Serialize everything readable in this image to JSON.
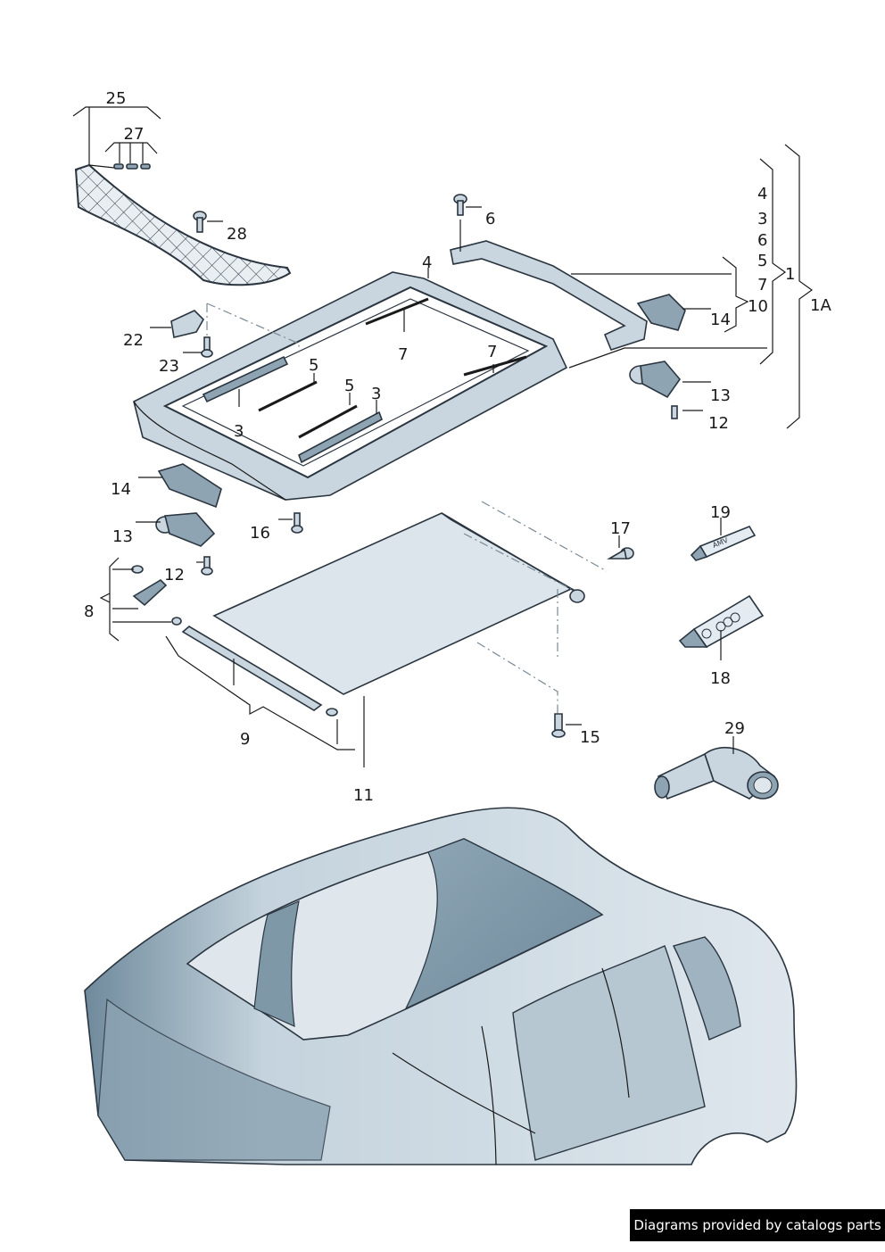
{
  "callouts": [
    {
      "id": "c-25",
      "text": "25"
    },
    {
      "id": "c-27",
      "text": "27"
    },
    {
      "id": "c-28",
      "text": "28"
    },
    {
      "id": "c-6",
      "text": "6"
    },
    {
      "id": "c-4-top",
      "text": "4"
    },
    {
      "id": "c-22",
      "text": "22"
    },
    {
      "id": "c-23",
      "text": "23"
    },
    {
      "id": "c-7a",
      "text": "7"
    },
    {
      "id": "c-7b",
      "text": "7"
    },
    {
      "id": "c-5a",
      "text": "5"
    },
    {
      "id": "c-5b",
      "text": "5"
    },
    {
      "id": "c-3a",
      "text": "3"
    },
    {
      "id": "c-3b",
      "text": "3"
    },
    {
      "id": "c-14-left",
      "text": "14"
    },
    {
      "id": "c-13-left",
      "text": "13"
    },
    {
      "id": "c-12-left",
      "text": "12"
    },
    {
      "id": "c-16",
      "text": "16"
    },
    {
      "id": "c-8",
      "text": "8"
    },
    {
      "id": "c-9",
      "text": "9"
    },
    {
      "id": "c-11",
      "text": "11"
    },
    {
      "id": "c-17",
      "text": "17"
    },
    {
      "id": "c-15",
      "text": "15"
    },
    {
      "id": "c-19",
      "text": "19"
    },
    {
      "id": "c-18",
      "text": "18"
    },
    {
      "id": "c-29",
      "text": "29"
    },
    {
      "id": "c-14-right",
      "text": "14"
    },
    {
      "id": "c-13-right",
      "text": "13"
    },
    {
      "id": "c-12-right",
      "text": "12"
    },
    {
      "id": "c-1",
      "text": "1"
    },
    {
      "id": "c-1A",
      "text": "1A"
    },
    {
      "id": "c-list-4",
      "text": "4"
    },
    {
      "id": "c-list-3",
      "text": "3"
    },
    {
      "id": "c-list-6",
      "text": "6"
    },
    {
      "id": "c-list-5",
      "text": "5"
    },
    {
      "id": "c-list-7",
      "text": "7"
    },
    {
      "id": "c-list-10",
      "text": "10"
    }
  ],
  "tube_labels": {
    "amv": "AMV"
  },
  "footer": {
    "text": "Diagrams provided by catalogs parts"
  },
  "colors": {
    "part_fill": "#c9d6df",
    "part_dark": "#8fa4b3",
    "outline": "#2a3540",
    "body_shade": "#6f8a9c"
  }
}
